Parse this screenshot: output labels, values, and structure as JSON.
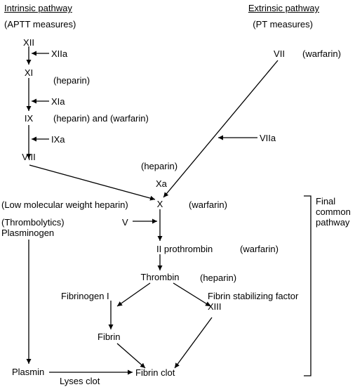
{
  "headers": {
    "intrinsic_title": "Intrinsic pathway",
    "intrinsic_sub": "(APTT measures)",
    "extrinsic_title": "Extrinsic pathway",
    "extrinsic_sub": "(PT measures)"
  },
  "intrinsic": {
    "xii": "XII",
    "xiia": "XIIa",
    "xi": "XI",
    "xi_drug": "(heparin)",
    "xia": "XIa",
    "ix": "IX",
    "ix_drug": "(heparin) and (warfarin)",
    "ixa": "IXa",
    "viii": "VIII"
  },
  "extrinsic": {
    "vii": "VII",
    "vii_drug": "(warfarin)",
    "viia": "VIIa"
  },
  "common": {
    "xa_drug": "(heparin)",
    "xa": "Xa",
    "x": "X",
    "x_drug": "(warfarin)",
    "lmwh": "(Low molecular weight heparin)",
    "thrombolytics": "(Thrombolytics)",
    "plasminogen": "Plasminogen",
    "v": "V",
    "prothrombin": "II prothrombin",
    "prothrombin_drug": "(warfarin)",
    "thrombin": "Thrombin",
    "thrombin_drug": "(heparin)",
    "fibrinogen": "Fibrinogen I",
    "fsf": "Fibrin stabilizing factor",
    "xiii": "XIII",
    "fibrin": "Fibrin",
    "plasmin": "Plasmin",
    "fibrin_clot": "Fibrin clot",
    "lyses_clot": "Lyses clot"
  },
  "bracket": {
    "line1": "Final",
    "line2": "common",
    "line3": "pathway"
  }
}
